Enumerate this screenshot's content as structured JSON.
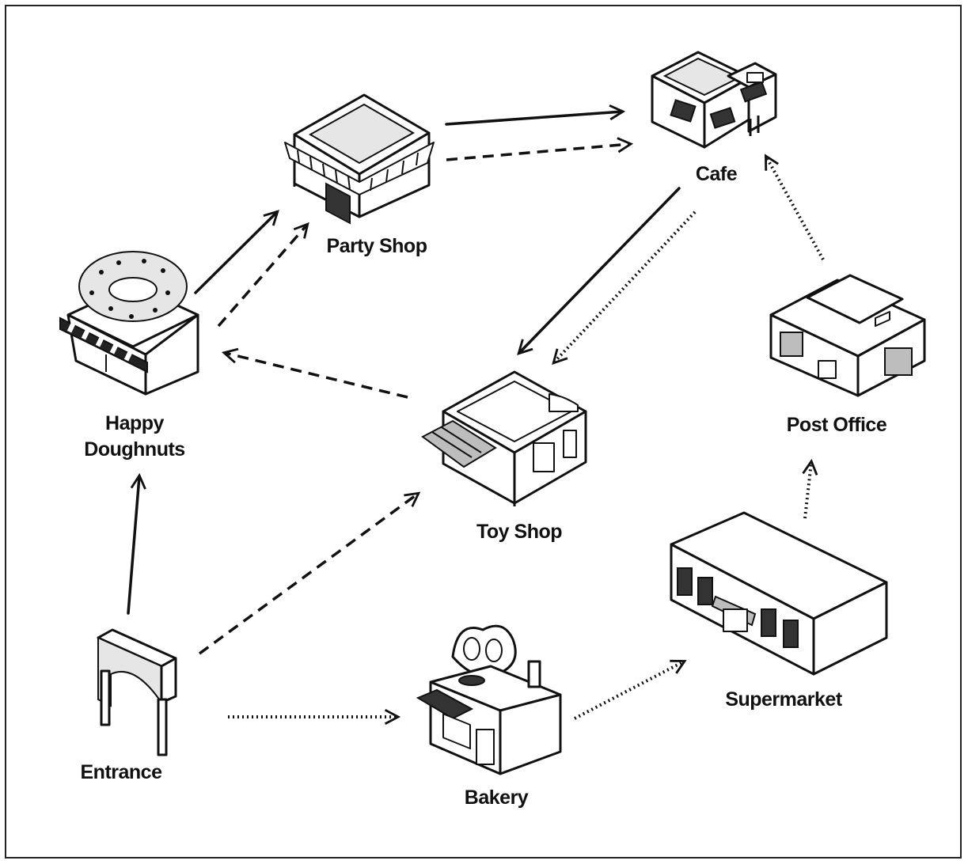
{
  "locations": {
    "party_shop": "Party Shop",
    "cafe": "Cafe",
    "happy_doughnuts_line1": "Happy",
    "happy_doughnuts_line2": "Doughnuts",
    "toy_shop": "Toy Shop",
    "post_office": "Post Office",
    "supermarket": "Supermarket",
    "entrance": "Entrance",
    "bakery": "Bakery"
  },
  "routes": [
    {
      "from": "Entrance",
      "to": "Happy Doughnuts",
      "style": "solid"
    },
    {
      "from": "Happy Doughnuts",
      "to": "Party Shop",
      "style": "solid"
    },
    {
      "from": "Party Shop",
      "to": "Cafe",
      "style": "solid"
    },
    {
      "from": "Cafe",
      "to": "Toy Shop",
      "style": "solid"
    },
    {
      "from": "Entrance",
      "to": "Toy Shop",
      "style": "dashed"
    },
    {
      "from": "Toy Shop",
      "to": "Happy Doughnuts",
      "style": "dashed"
    },
    {
      "from": "Happy Doughnuts",
      "to": "Party Shop",
      "style": "dashed"
    },
    {
      "from": "Party Shop",
      "to": "Cafe",
      "style": "dashed"
    },
    {
      "from": "Entrance",
      "to": "Bakery",
      "style": "dotted"
    },
    {
      "from": "Bakery",
      "to": "Supermarket",
      "style": "dotted"
    },
    {
      "from": "Supermarket",
      "to": "Post Office",
      "style": "dotted"
    },
    {
      "from": "Post Office",
      "to": "Cafe",
      "style": "dotted"
    },
    {
      "from": "Cafe",
      "to": "Toy Shop",
      "style": "dotted"
    }
  ],
  "colors": {
    "ink": "#111111",
    "background": "#ffffff",
    "shade": "#bdbdbd"
  }
}
